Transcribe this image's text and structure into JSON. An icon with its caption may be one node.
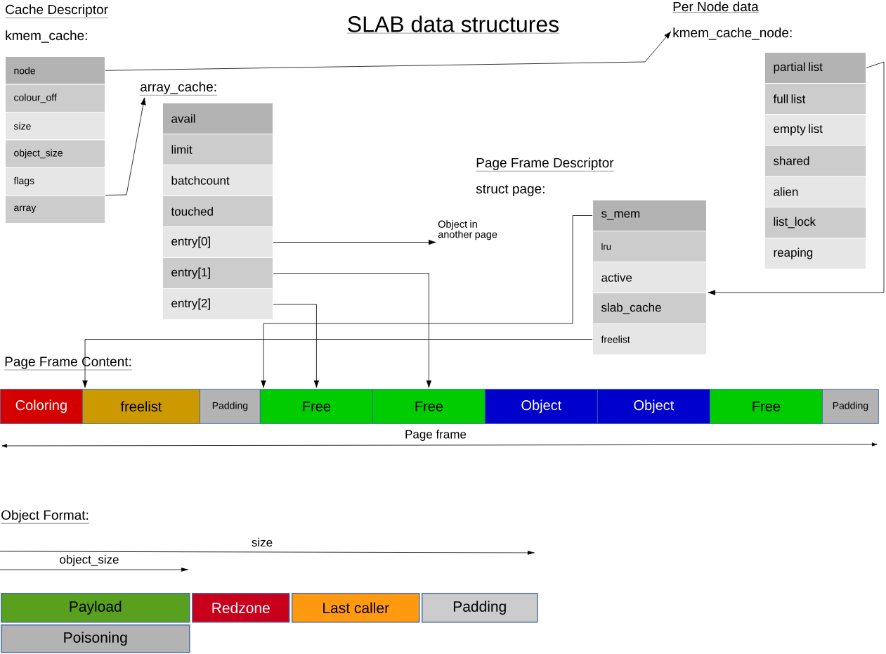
{
  "diagram": {
    "title": "SLAB data structures",
    "nodes": [
      {
        "text": [
          "Cache Descriptor",
          "kmem_cache:"
        ]
      },
      {
        "text": [
          "node"
        ]
      },
      {
        "text": [
          "colour_off"
        ]
      },
      {
        "text": [
          "size"
        ]
      },
      {
        "text": [
          "object_size"
        ]
      },
      {
        "text": [
          "flags"
        ]
      },
      {
        "text": [
          "array"
        ]
      },
      {
        "text": [
          "array_cache:"
        ]
      },
      {
        "text": [
          "avail"
        ]
      },
      {
        "text": [
          "limit"
        ]
      },
      {
        "text": [
          "batchcount"
        ]
      },
      {
        "text": [
          "touched"
        ]
      },
      {
        "text": [
          "entry[0]"
        ]
      },
      {
        "text": [
          "entry[1]"
        ]
      },
      {
        "text": [
          "entry[2]"
        ]
      },
      {
        "text": [
          "Per Node data",
          "kmem_cache_node:"
        ]
      },
      {
        "text": [
          "partial list"
        ]
      },
      {
        "text": [
          "full list"
        ]
      },
      {
        "text": [
          "empty list"
        ]
      },
      {
        "text": [
          "shared"
        ]
      },
      {
        "text": [
          "alien"
        ]
      },
      {
        "text": [
          "list_lock"
        ]
      },
      {
        "text": [
          "reaping"
        ]
      },
      {
        "text": [
          "Page Frame Descriptor",
          "struct page:"
        ]
      },
      {
        "text": [
          "s_mem"
        ]
      },
      {
        "text": [
          "lru"
        ]
      },
      {
        "text": [
          "active"
        ]
      },
      {
        "text": [
          "slab_cache"
        ]
      },
      {
        "text": [
          "freelist"
        ]
      },
      {
        "text": [
          "Object in another page"
        ]
      },
      {
        "text": [
          "Coloring"
        ]
      },
      {
        "text": [
          "freelist"
        ]
      },
      {
        "text": [
          "Padding"
        ]
      },
      {
        "text": [
          "Free"
        ]
      },
      {
        "text": [
          "Free"
        ]
      },
      {
        "text": [
          "Object"
        ]
      },
      {
        "text": [
          "Object"
        ]
      },
      {
        "text": [
          "Free"
        ]
      },
      {
        "text": [
          "Padding"
        ]
      },
      {
        "text": [
          "Payload"
        ]
      },
      {
        "text": [
          "Redzone"
        ]
      },
      {
        "text": [
          "Last caller"
        ]
      },
      {
        "text": [
          "Padding"
        ]
      },
      {
        "text": [
          "Poisoning"
        ]
      }
    ],
    "edges": [
      {
        "from": 1,
        "to": 15,
        "arrow": "to"
      },
      {
        "from": 6,
        "to": 7,
        "arrow": "to"
      },
      {
        "from": 12,
        "to": 29,
        "arrow": "to"
      },
      {
        "from": 13,
        "to": 34,
        "arrow": "to"
      },
      {
        "from": 14,
        "to": 33,
        "arrow": "to"
      },
      {
        "from": 24,
        "to": 33,
        "arrow": "to"
      },
      {
        "from": 28,
        "to": 31,
        "arrow": "to"
      },
      {
        "from": 16,
        "to": 27,
        "arrow": "to"
      }
    ],
    "labels": [
      "Page Frame Content:",
      "Page frame",
      "Object Format:",
      "size",
      "object_size"
    ]
  }
}
